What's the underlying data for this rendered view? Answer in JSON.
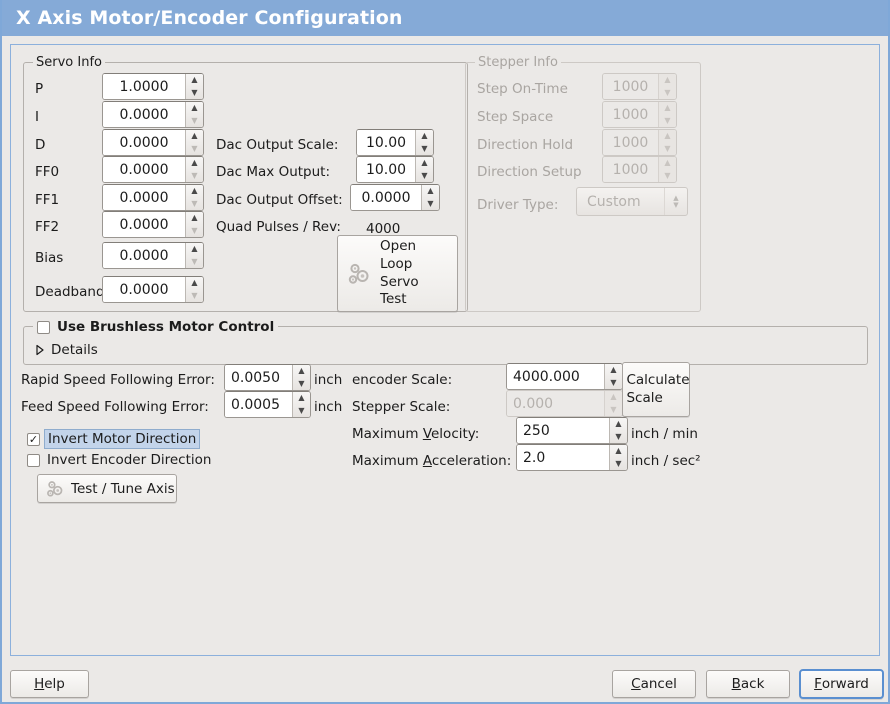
{
  "window": {
    "title": "X Axis Motor/Encoder Configuration",
    "title_bg": "#85aad7",
    "title_fg": "#ffffff",
    "body_bg": "#ebe9e7",
    "frame_border": "#8cb0dc"
  },
  "servo_info": {
    "frame_label": "Servo Info",
    "rows": [
      {
        "label": "P",
        "value": "1.0000"
      },
      {
        "label": "I",
        "value": "0.0000"
      },
      {
        "label": "D",
        "value": "0.0000"
      },
      {
        "label": "FF0",
        "value": "0.0000"
      },
      {
        "label": "FF1",
        "value": "0.0000"
      },
      {
        "label": "FF2",
        "value": "0.0000"
      },
      {
        "label": "Bias",
        "value": "0.0000"
      },
      {
        "label": "Deadband",
        "value": "0.0000"
      }
    ]
  },
  "dac": {
    "output_scale_label": "Dac Output Scale:",
    "output_scale_value": "10.00",
    "max_output_label": "Dac Max Output:",
    "max_output_value": "10.00",
    "output_offset_label": "Dac Output Offset:",
    "output_offset_value": "0.0000",
    "quad_pulses_label": "Quad Pulses / Rev:",
    "quad_pulses_value": "4000",
    "open_loop_button": {
      "line1": "Open",
      "line2": "Loop",
      "line3": "Servo",
      "line4": "Test",
      "icon": "gears-icon"
    }
  },
  "stepper_info": {
    "frame_label": "Stepper Info",
    "enabled": false,
    "rows": [
      {
        "label": "Step On-Time",
        "value": "1000"
      },
      {
        "label": "Step Space",
        "value": "1000"
      },
      {
        "label": "Direction Hold",
        "value": "1000"
      },
      {
        "label": "Direction Setup",
        "value": "1000"
      }
    ],
    "driver_type_label": "Driver Type:",
    "driver_type_value": "Custom"
  },
  "brushless": {
    "checkbox_label": "Use Brushless Motor Control",
    "checked": false,
    "details_label": "Details",
    "details_expanded": false
  },
  "following_error": {
    "rapid_label": "Rapid Speed Following Error:",
    "rapid_value": "0.0050",
    "rapid_unit": "inch",
    "feed_label": "Feed Speed Following Error:",
    "feed_value": "0.0005",
    "feed_unit": "inch"
  },
  "invert": {
    "motor_label": "Invert Motor Direction",
    "motor_checked": true,
    "motor_focused": true,
    "encoder_label": "Invert Encoder Direction",
    "encoder_checked": false
  },
  "test_tune": {
    "label": "Test / Tune Axis",
    "icon": "gears-icon"
  },
  "scales": {
    "encoder_scale_label": "encoder Scale:",
    "encoder_scale_value": "4000.000",
    "stepper_scale_label": "Stepper Scale:",
    "stepper_scale_value": "0.000",
    "stepper_scale_enabled": false,
    "calculate_button_line1": "Calculate",
    "calculate_button_line2": "Scale",
    "max_velocity_label_pre": "Maximum ",
    "max_velocity_label_mnemonic": "V",
    "max_velocity_label_post": "elocity:",
    "max_velocity_value": "250",
    "max_velocity_unit": "inch / min",
    "max_accel_label_pre": "Maximum ",
    "max_accel_label_mnemonic": "A",
    "max_accel_label_post": "cceleration:",
    "max_accel_value": "2.0",
    "max_accel_unit": "inch / sec²"
  },
  "actions": {
    "help_pre": "",
    "help_mnemonic": "H",
    "help_post": "elp",
    "cancel_pre": "",
    "cancel_mnemonic": "C",
    "cancel_post": "ancel",
    "back_pre": "",
    "back_mnemonic": "B",
    "back_post": "ack",
    "forward_pre": "",
    "forward_mnemonic": "F",
    "forward_post": "orward",
    "default_button": "forward-button"
  },
  "icons": {
    "spin_up": "▲",
    "spin_down": "▼",
    "check_mark": "✓"
  }
}
